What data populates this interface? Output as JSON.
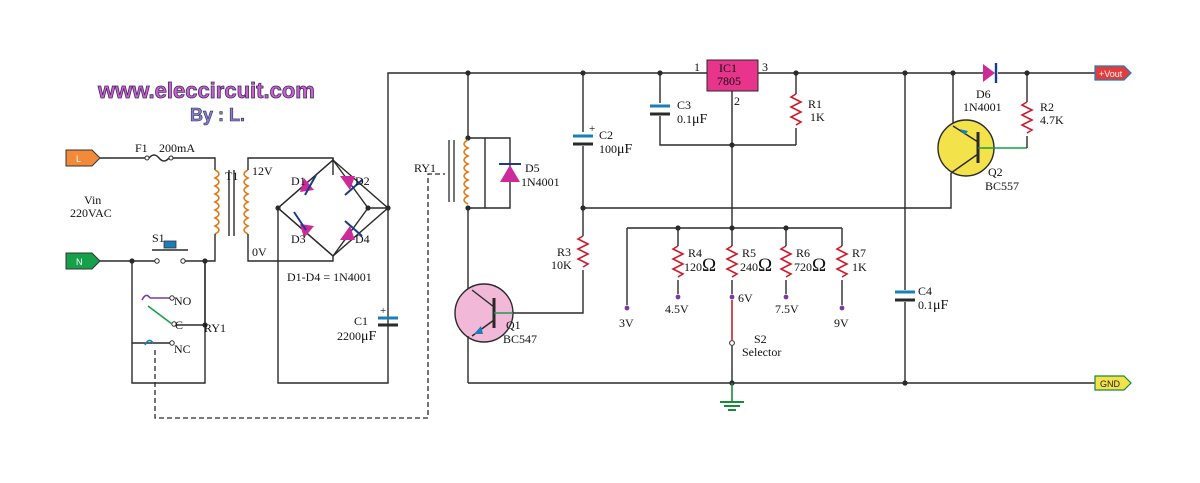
{
  "watermark": {
    "site": "www.eleccircuit.com",
    "author": "By : L."
  },
  "colors": {
    "wire": "#2a2a2a",
    "coil": "#e07a18",
    "resistor": "#c81e2e",
    "diode": "#cc2a9a",
    "cap_plate": "#1a7fb8",
    "ic_fill": "#e8348a",
    "transistor_fill": "#f2b8d8",
    "tag_orange": "#f28a3a",
    "tag_green": "#16a04a",
    "tag_red": "#e43c3c",
    "tag_yellow": "#f4e24a",
    "ground": "#1a8a3a"
  },
  "terminals": {
    "L": "L",
    "N": "N",
    "vout": "+Vout",
    "gnd": "GND"
  },
  "input": {
    "vin": "Vin",
    "vac": "220VAC"
  },
  "fuse": {
    "ref": "F1",
    "value": "200mA"
  },
  "transformer": {
    "ref": "T1",
    "sec_hi": "12V",
    "sec_lo": "0V"
  },
  "switch_s1": {
    "ref": "S1"
  },
  "relay_contacts": {
    "no": "NO",
    "c": "C",
    "nc": "NC",
    "ref": "RY1"
  },
  "bridge": {
    "d1": "D1",
    "d2": "D2",
    "d3": "D3",
    "d4": "D4",
    "note": "D1-D4 = 1N4001"
  },
  "c1": {
    "ref": "C1",
    "value": "2200",
    "unit": "μF"
  },
  "relay_coil": {
    "ref": "RY1"
  },
  "d5": {
    "ref": "D5",
    "value": "1N4001"
  },
  "c2": {
    "ref": "C2",
    "value": "100",
    "unit": "μF"
  },
  "r3": {
    "ref": "R3",
    "value": "10K"
  },
  "q1": {
    "ref": "Q1",
    "value": "BC547"
  },
  "ic1": {
    "ref": "IC1",
    "value": "7805",
    "pin1": "1",
    "pin2": "2",
    "pin3": "3"
  },
  "c3": {
    "ref": "C3",
    "value": "0.1",
    "unit": "μF"
  },
  "r1": {
    "ref": "R1",
    "value": "1K"
  },
  "d6": {
    "ref": "D6",
    "value": "1N4001"
  },
  "r2": {
    "ref": "R2",
    "value": "4.7K"
  },
  "q2": {
    "ref": "Q2",
    "value": "BC557"
  },
  "r4": {
    "ref": "R4",
    "value": "120",
    "unit": "Ω"
  },
  "r5": {
    "ref": "R5",
    "value": "240",
    "unit": "Ω"
  },
  "r6": {
    "ref": "R6",
    "value": "720",
    "unit": "Ω"
  },
  "r7": {
    "ref": "R7",
    "value": "1K"
  },
  "taps": {
    "t3": "3V",
    "t45": "4.5V",
    "t6": "6V",
    "t75": "7.5V",
    "t9": "9V"
  },
  "s2": {
    "ref": "S2",
    "name": "Selector"
  },
  "c4": {
    "ref": "C4",
    "value": "0.1",
    "unit": "μF"
  }
}
